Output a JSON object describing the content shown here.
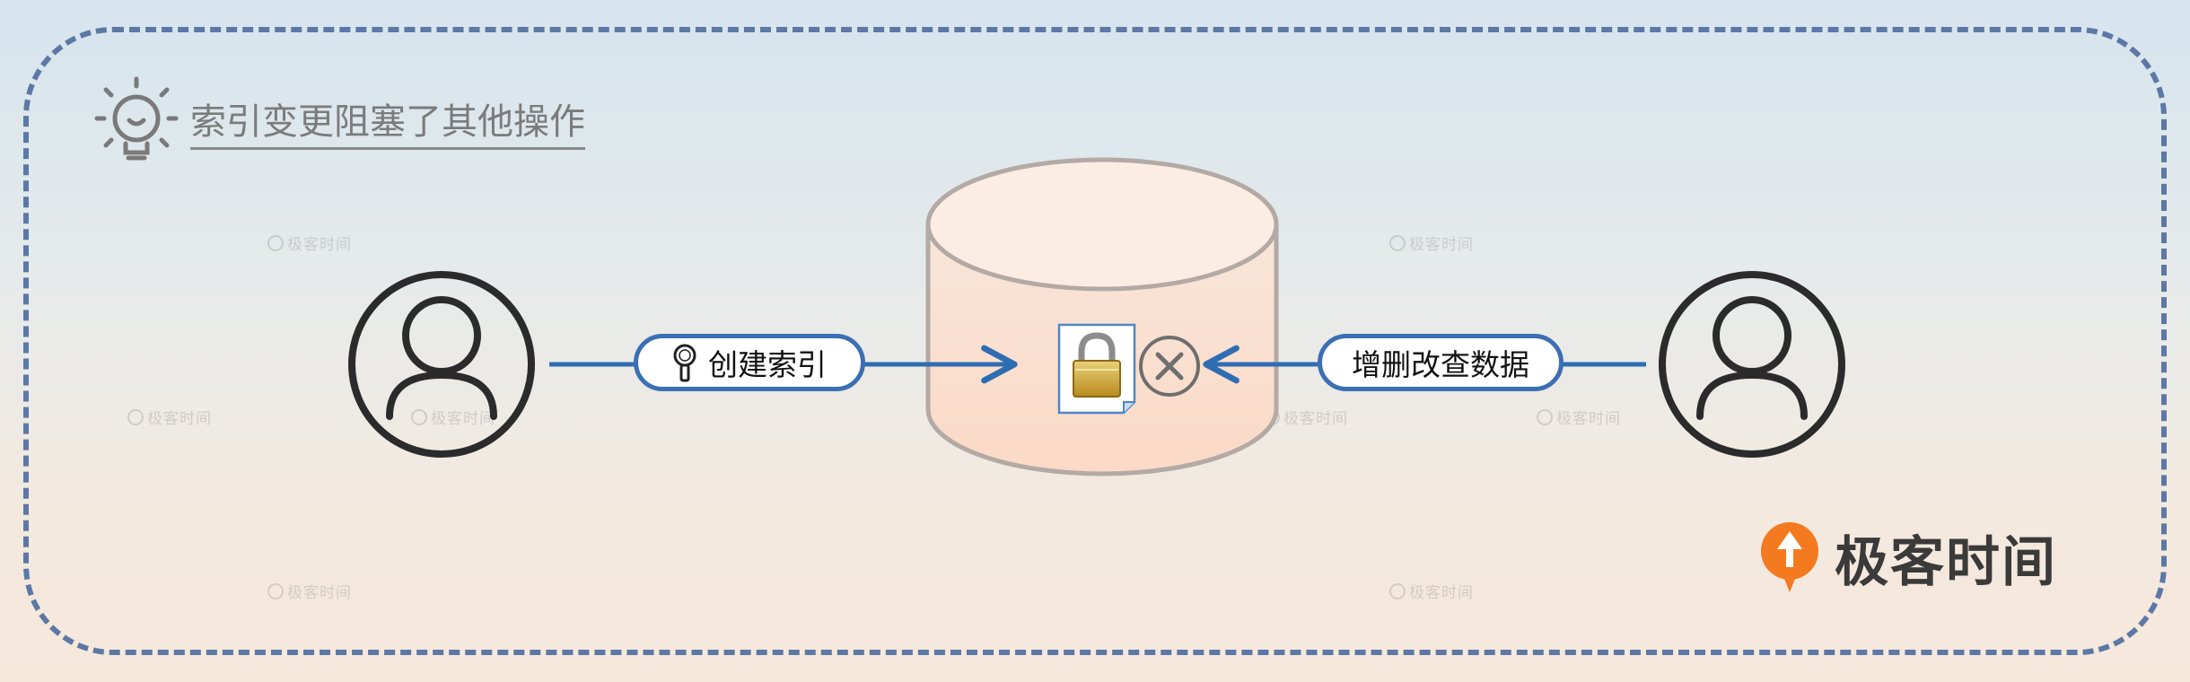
{
  "title": "索引变更阻塞了其他操作",
  "left_action": "创建索引",
  "right_action": "增删改查数据",
  "brand": "极客时间",
  "watermark": "极客时间",
  "colors": {
    "arrow": "#2f6db3",
    "pill_border": "#3b6fb5",
    "frame": "#5b78a6",
    "database_fill": "#fbdccb",
    "database_stroke": "#b3aaa5",
    "user_icon": "#2b2b2b",
    "brand_orange": "#f47a20"
  },
  "icons": {
    "title": "lightbulb-icon",
    "left_user": "user-icon",
    "right_user": "user-icon",
    "database": "database-icon",
    "lock": "padlock-icon",
    "blocked": "blocked-x-icon",
    "index": "magnifier-icon"
  }
}
